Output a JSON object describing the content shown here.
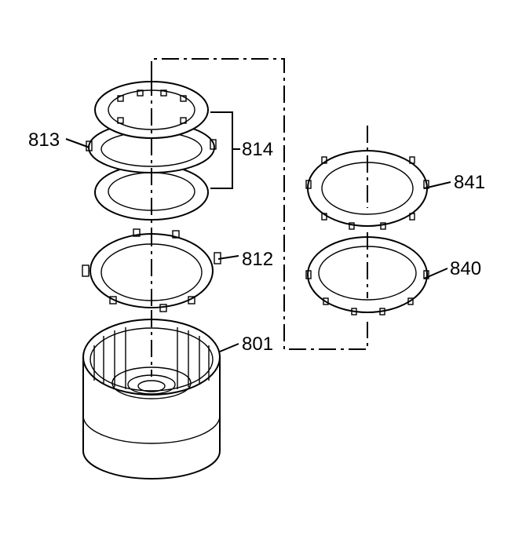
{
  "callouts": {
    "c813": "813",
    "c814": "814",
    "c812": "812",
    "c801": "801",
    "c841": "841",
    "c840": "840"
  }
}
